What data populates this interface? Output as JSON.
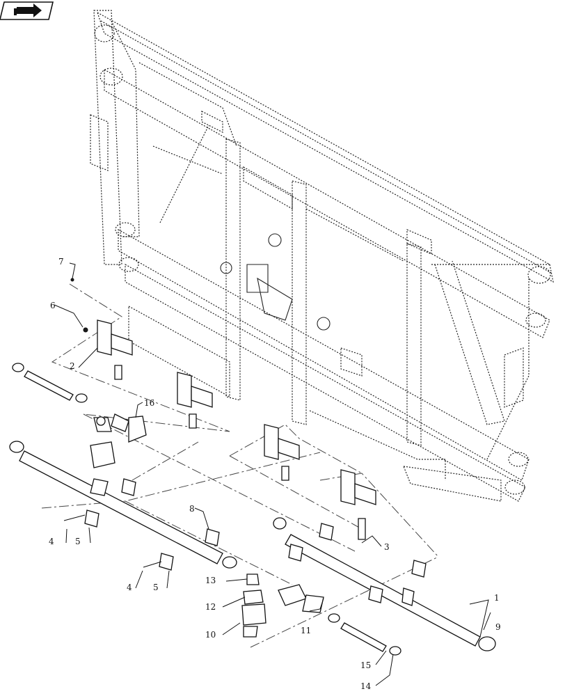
{
  "nav": {
    "icon": "book-arrow-icon"
  },
  "callouts": {
    "c1": "1",
    "c2": "2",
    "c3": "3",
    "c4a": "4",
    "c4b": "4",
    "c5a": "5",
    "c5b": "5",
    "c6": "6",
    "c7": "7",
    "c8": "8",
    "c9": "9",
    "c10": "10",
    "c11": "11",
    "c12": "12",
    "c13": "13",
    "c14": "14",
    "c15": "15",
    "c16": "16"
  }
}
